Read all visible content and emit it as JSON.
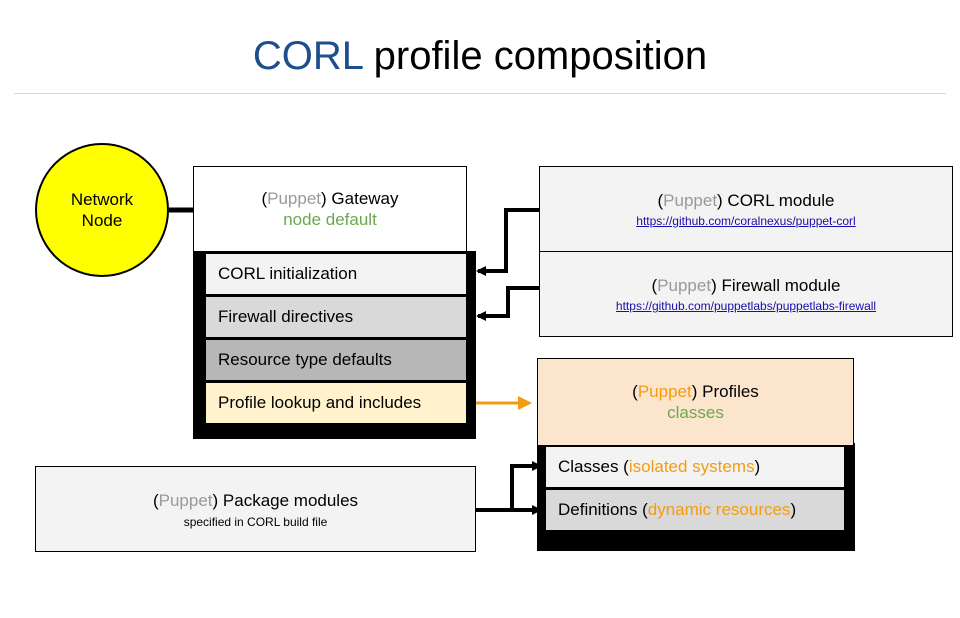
{
  "title": {
    "accent": "CORL",
    "rest": " profile composition"
  },
  "network_node": {
    "line1": "Network",
    "line2": "Node"
  },
  "gateway": {
    "prefix_open": "(",
    "puppet": "Puppet",
    "label": ") Gateway",
    "sub": "node default",
    "rows": [
      "CORL initialization",
      "Firewall directives",
      "Resource type defaults",
      "Profile lookup and includes"
    ]
  },
  "corl_module": {
    "prefix_open": "(",
    "puppet": "Puppet",
    "label": ") CORL module",
    "link": "https://github.com/coralnexus/puppet-corl"
  },
  "firewall_module": {
    "prefix_open": "(",
    "puppet": "Puppet",
    "label": ") Firewall module",
    "link": "https://github.com/puppetlabs/puppetlabs-firewall"
  },
  "profiles": {
    "prefix_open": "(",
    "puppet": "Puppet",
    "label": ") Profiles",
    "sub": "classes",
    "rows": [
      {
        "pre": "Classes ( ",
        "hl": "isolated systems",
        "post": " )"
      },
      {
        "pre": "Definitions ( ",
        "hl": "dynamic resources",
        "post": " )"
      }
    ]
  },
  "package_modules": {
    "prefix_open": "(",
    "puppet": "Puppet",
    "label": ") Package modules",
    "sub": "specified in CORL build file"
  },
  "colors": {
    "accent": "#1f4e8c",
    "puppet": "#999999",
    "green": "#6aa84f",
    "orange": "#f39c12",
    "node": "#ffff00",
    "arrow_orange": "#f39c12"
  }
}
